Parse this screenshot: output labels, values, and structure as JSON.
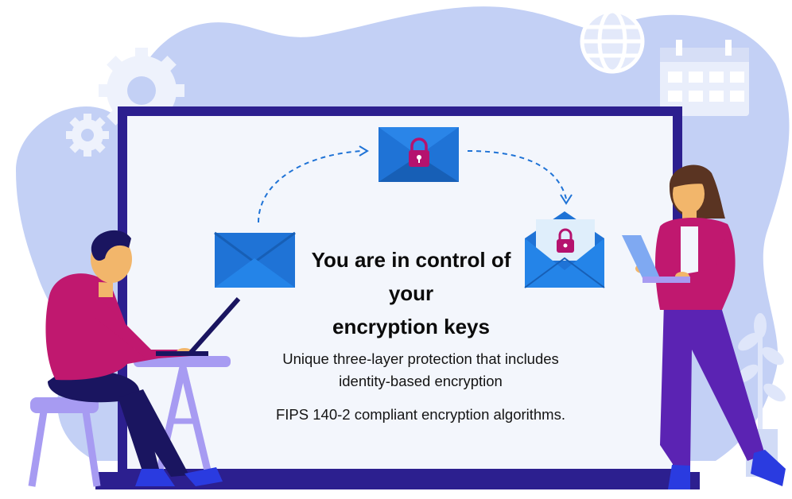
{
  "headline": {
    "line1": "You are in control of",
    "line2": "your",
    "line3": "encryption keys"
  },
  "features": [
    "Unique three-layer protection that includes",
    "identity-based encryption",
    "FIPS 140-2 compliant encryption algorithms."
  ],
  "colors": {
    "blob": "#c3d0f5",
    "screen_frame": "#2c1f8f",
    "screen_bg": "#f3f6fc",
    "envelope": "#1f73d6",
    "envelope_dark": "#175fb6",
    "lock": "#b5126e",
    "shirt": "#c0186f",
    "pants": "#5b23b3",
    "skin": "#f2b66b",
    "hair": "#1a1560",
    "furniture": "#a79bf2"
  },
  "icons": [
    "gear-icon",
    "globe-icon",
    "calendar-icon",
    "plant-icon",
    "envelope-icon",
    "padlock-icon",
    "laptop-icon"
  ]
}
